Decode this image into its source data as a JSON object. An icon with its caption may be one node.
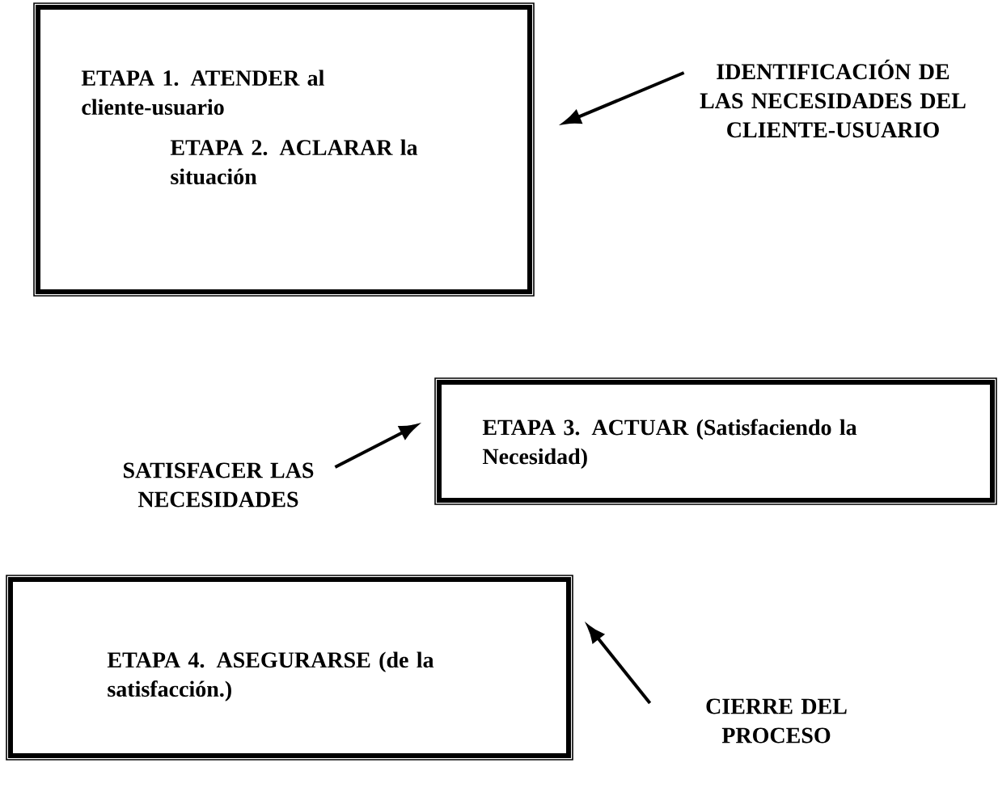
{
  "diagram": {
    "nodes": [
      {
        "text": [
          "ETAPA 1. ATENDER al cliente-usuario",
          "ETAPA 2. ACLARAR la situación"
        ]
      },
      {
        "text": [
          "IDENTIFICACIÓN DE LAS NECESIDADES DEL CLIENTE-USUARIO"
        ]
      },
      {
        "text": [
          "ETAPA 3. ACTUAR  (Satisfaciendo la Necesidad)"
        ]
      },
      {
        "text": [
          "SATISFACER LAS NECESIDADES"
        ]
      },
      {
        "text": [
          "ETAPA 4. ASEGURARSE (de la satisfacción.)"
        ]
      },
      {
        "text": [
          "CIERRE DEL PROCESO"
        ]
      }
    ],
    "edges": [
      {
        "from": 1,
        "to": 0,
        "arrow": "to"
      },
      {
        "from": 3,
        "to": 2,
        "arrow": "to"
      },
      {
        "from": 5,
        "to": 4,
        "arrow": "to"
      }
    ]
  }
}
